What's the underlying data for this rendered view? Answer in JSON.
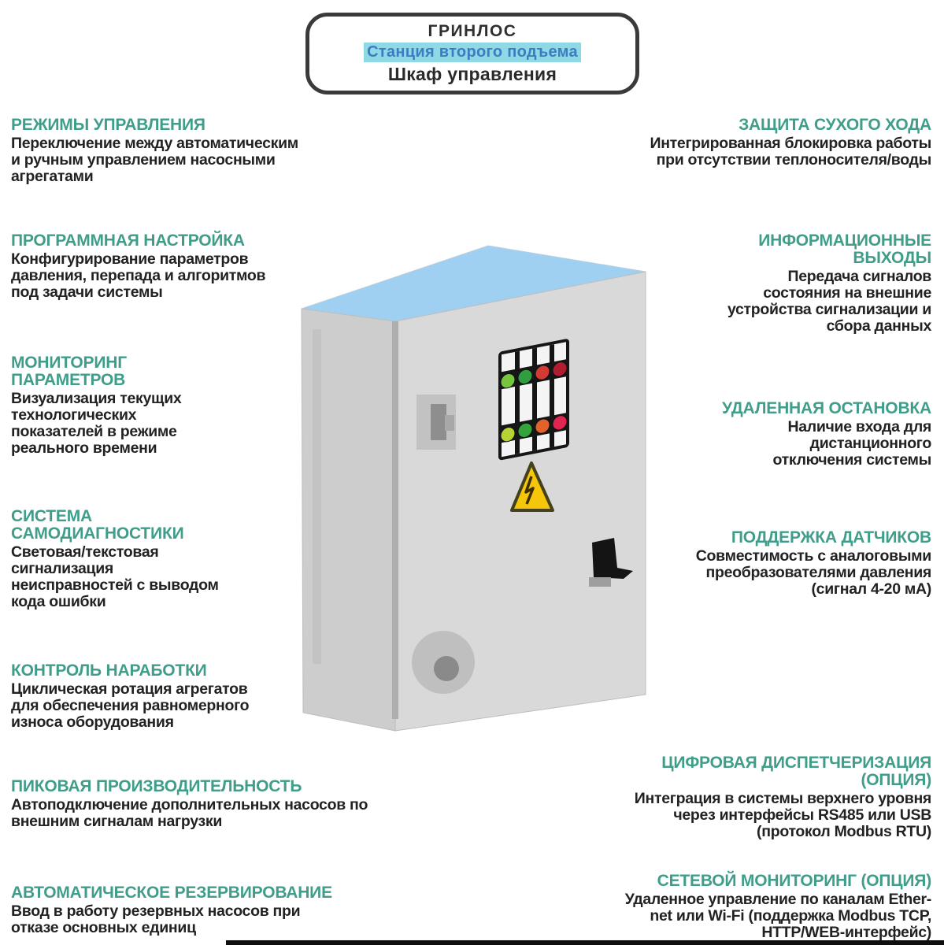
{
  "title_box": {
    "brand": "ГРИНЛОС",
    "subtitle": "Станция второго подъема",
    "product": "Шкаф управления"
  },
  "accent": {
    "heading_color": "#3f9d8a",
    "subtitle_text_color": "#3e7cc1",
    "subtitle_highlight_color": "#8fd9e6",
    "body_text_color": "#222222"
  },
  "features_left": [
    {
      "heading": "РЕЖИМЫ УПРАВЛЕНИЯ",
      "body": "Переключение между автоматическим\nи ручным управлением насосными\nагрегатами"
    },
    {
      "heading": "ПРОГРАММНАЯ НАСТРОЙКА",
      "body": "Конфигурирование параметров\nдавления, перепада и алгоритмов\nпод задачи системы"
    },
    {
      "heading": "МОНИТОРИНГ\nПАРАМЕТРОВ",
      "body": "Визуализация текущих\nтехнологических\nпоказателей в режиме\nреального времени"
    },
    {
      "heading": "СИСТЕМА\nСАМОДИАГНОСТИКИ",
      "body": "Световая/текстовая\nсигнализация\nнеисправностей с выводом\nкода ошибки"
    },
    {
      "heading": "КОНТРОЛЬ НАРАБОТКИ",
      "body": "Циклическая ротация агрегатов\nдля обеспечения равномерного\nизноса оборудования"
    },
    {
      "heading": "ПИКОВАЯ ПРОИЗВОДИТЕЛЬНОСТЬ",
      "body": "Автоподключение дополнительных насосов по\nвнешним сигналам нагрузки"
    },
    {
      "heading": "АВТОМАТИЧЕСКОЕ РЕЗЕРВИРОВАНИЕ",
      "body": "Ввод в работу резервных насосов при\nотказе основных единиц"
    }
  ],
  "features_right": [
    {
      "heading": "ЗАЩИТА СУХОГО ХОДА",
      "body": "Интегрированная блокировка работы\nпри отсутствии теплоносителя/воды"
    },
    {
      "heading": "ИНФОРМАЦИОННЫЕ\nВЫХОДЫ",
      "body": "Передача сигналов\nсостояния на внешние\nустройства сигнализации и\nсбора данных"
    },
    {
      "heading": "УДАЛЕННАЯ ОСТАНОВКА",
      "body": "Наличие входа для\nдистанционного\nотключения системы"
    },
    {
      "heading": "ПОДДЕРЖКА ДАТЧИКОВ",
      "body": "Совместимость с аналоговыми\nпреобразователями давления\n(сигнал 4-20 мА)"
    },
    {
      "heading": "ЦИФРОВАЯ ДИСПЕТЧЕРИЗАЦИЯ\n(ОПЦИЯ)",
      "body": "Интеграция в системы верхнего уровня\nчерез интерфейсы RS485 или USB\n(протокол Modbus RTU)"
    },
    {
      "heading": "СЕТЕВОЙ МОНИТОРИНГ (ОПЦИЯ)",
      "body": "Удаленное управление по каналам Ether-\nnet или Wi-Fi (поддержка Modbus TCP,\nHTTP/WEB-интерфейс)"
    }
  ],
  "cabinet": {
    "description": "Серый шкаф управления с панелью индикаторов, знаком опасности и рукояткой",
    "colors": {
      "top_face": "#9fd0f1",
      "front_face": "#d9d9d9",
      "side_face": "#cdcdcd",
      "panel_frame": "#161616",
      "warning_sign": "#f6c60a",
      "handle": "#141414"
    },
    "lights": {
      "top": [
        "#76c53e",
        "#2f9e41",
        "#d23a33",
        "#b01d31"
      ],
      "bottom": [
        "#b5d335",
        "#35a33c",
        "#e2622b",
        "#e02550"
      ]
    }
  }
}
